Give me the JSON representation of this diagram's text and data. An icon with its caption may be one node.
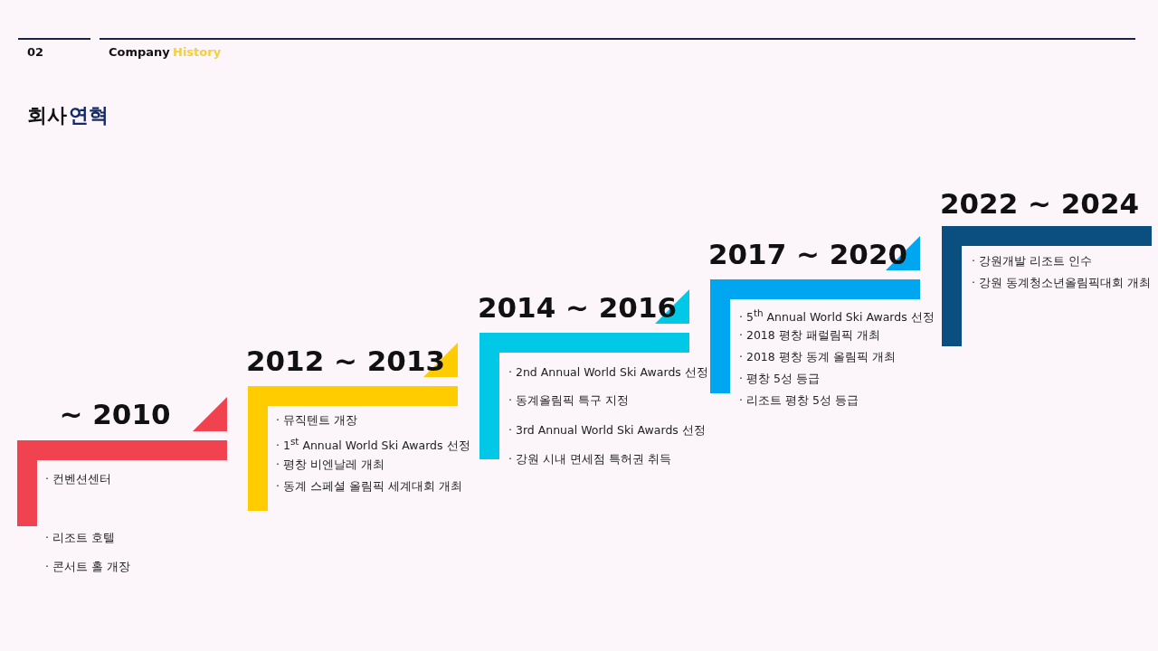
{
  "diagram": {
    "title": "연혁",
    "nodes": [
      {
        "text": [
          "~ 2010",
          "· 컨벤션센터",
          "· 리조트 호텔",
          "· 콘서트 홀 개장"
        ]
      },
      {
        "text": [
          "2012 ~ 2013",
          "· 뮤직텐트 개장",
          "· 1$^{st}$ Annual World Ski Awards 선정",
          "· 평창 비엔날레 개최",
          "· 동계 스페셜 올림픽 세계대회 개최"
        ]
      },
      {
        "text": [
          "2014 ~ 2016",
          "· 2nd Annual World Ski Awards 선정",
          "· 동계올림픽 특구 지정",
          "· 3rd Annual World Ski Awards 선정",
          "· 강원 시내 면세점 특허권 취득"
        ]
      },
      {
        "text": [
          "2017 ~ 2020",
          "· 5$^{th}$ Annual World Ski Awards 선정",
          "· 2018 평창 패럴림픽 개최",
          "· 2018 평창 동계 올림픽 개최",
          "· 평창 5성 등급",
          "· 리조트 평창 5성 등급"
        ]
      },
      {
        "text": [
          "2022 ~ 2024",
          "· 강원개발 리조트 인수",
          "· 강원 동계청소년올림픽대회 개최"
        ]
      }
    ],
    "labels": [
      "02",
      "Company",
      "History",
      "회사"
    ]
  }
}
